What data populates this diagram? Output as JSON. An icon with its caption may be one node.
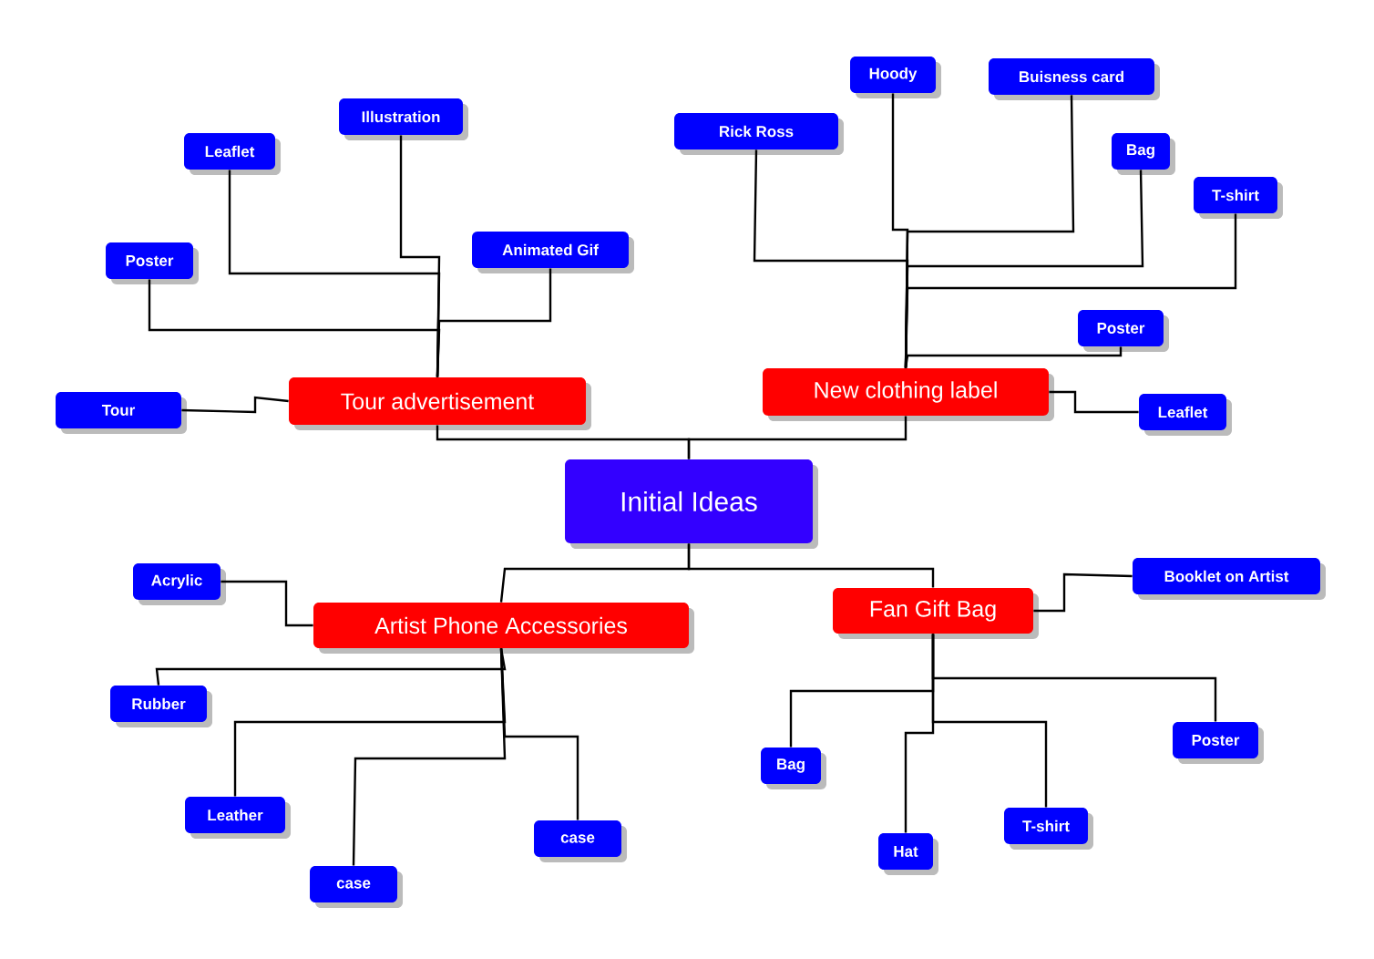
{
  "diagram": {
    "nodes": [
      {
        "text": [
          "Initial Ideas"
        ]
      },
      {
        "text": [
          "Tour advertisement"
        ]
      },
      {
        "text": [
          "New clothing label"
        ]
      },
      {
        "text": [
          "Artist Phone Accessories"
        ]
      },
      {
        "text": [
          "Fan Gift Bag"
        ]
      },
      {
        "text": [
          "Tour"
        ]
      },
      {
        "text": [
          "Poster"
        ]
      },
      {
        "text": [
          "Leaflet"
        ]
      },
      {
        "text": [
          "Illustration"
        ]
      },
      {
        "text": [
          "Animated Gif"
        ]
      },
      {
        "text": [
          "Rick Ross"
        ]
      },
      {
        "text": [
          "Hoody"
        ]
      },
      {
        "text": [
          "Buisness card"
        ]
      },
      {
        "text": [
          "Bag"
        ]
      },
      {
        "text": [
          "T-shirt"
        ]
      },
      {
        "text": [
          "Poster"
        ]
      },
      {
        "text": [
          "Leaflet"
        ]
      },
      {
        "text": [
          "Acrylic"
        ]
      },
      {
        "text": [
          "Rubber"
        ]
      },
      {
        "text": [
          "Leather"
        ]
      },
      {
        "text": [
          "case"
        ]
      },
      {
        "text": [
          "case"
        ]
      },
      {
        "text": [
          "Booklet on Artist"
        ]
      },
      {
        "text": [
          "Bag"
        ]
      },
      {
        "text": [
          "Hat"
        ]
      },
      {
        "text": [
          "T-shirt"
        ]
      },
      {
        "text": [
          "Poster"
        ]
      }
    ],
    "edges": [
      {
        "from": 0,
        "to": 1,
        "arrow": "none"
      },
      {
        "from": 0,
        "to": 2,
        "arrow": "none"
      },
      {
        "from": 0,
        "to": 3,
        "arrow": "none"
      },
      {
        "from": 0,
        "to": 4,
        "arrow": "none"
      },
      {
        "from": 1,
        "to": 5,
        "arrow": "none"
      },
      {
        "from": 1,
        "to": 6,
        "arrow": "none"
      },
      {
        "from": 1,
        "to": 7,
        "arrow": "none"
      },
      {
        "from": 1,
        "to": 8,
        "arrow": "none"
      },
      {
        "from": 1,
        "to": 9,
        "arrow": "none"
      },
      {
        "from": 2,
        "to": 10,
        "arrow": "none"
      },
      {
        "from": 2,
        "to": 11,
        "arrow": "none"
      },
      {
        "from": 2,
        "to": 12,
        "arrow": "none"
      },
      {
        "from": 2,
        "to": 13,
        "arrow": "none"
      },
      {
        "from": 2,
        "to": 14,
        "arrow": "none"
      },
      {
        "from": 2,
        "to": 15,
        "arrow": "none"
      },
      {
        "from": 2,
        "to": 16,
        "arrow": "none"
      },
      {
        "from": 3,
        "to": 17,
        "arrow": "none"
      },
      {
        "from": 3,
        "to": 18,
        "arrow": "none"
      },
      {
        "from": 3,
        "to": 19,
        "arrow": "none"
      },
      {
        "from": 3,
        "to": 20,
        "arrow": "none"
      },
      {
        "from": 3,
        "to": 21,
        "arrow": "none"
      },
      {
        "from": 4,
        "to": 22,
        "arrow": "none"
      },
      {
        "from": 4,
        "to": 23,
        "arrow": "none"
      },
      {
        "from": 4,
        "to": 24,
        "arrow": "none"
      },
      {
        "from": 4,
        "to": 25,
        "arrow": "none"
      },
      {
        "from": 4,
        "to": 26,
        "arrow": "none"
      }
    ]
  }
}
